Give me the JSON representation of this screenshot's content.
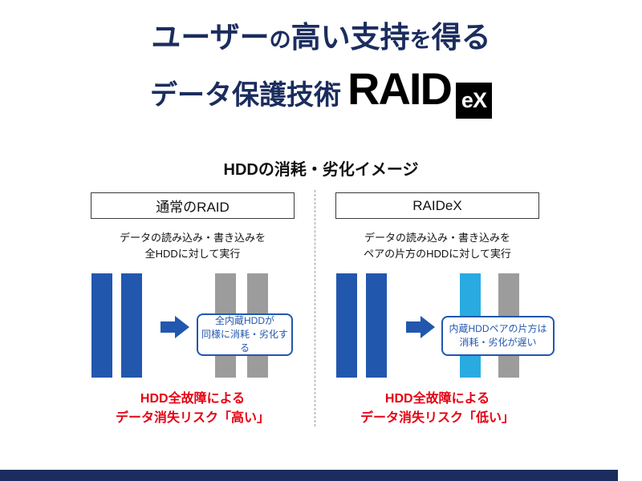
{
  "header": {
    "title_segments": [
      {
        "text": "ユーザー"
      },
      {
        "text": "の"
      },
      {
        "text": "高い支持"
      },
      {
        "text": "を"
      },
      {
        "text": "得る"
      }
    ],
    "subtitle": "データ保護技術",
    "logo_raid": "RAID",
    "logo_ex": "eX"
  },
  "section": {
    "title": "HDDの消耗・劣化イメージ"
  },
  "columns": [
    {
      "header": "通常のRAID",
      "desc_line1": "データの読み込み・書き込みを",
      "desc_line2": "全HDDに対して実行",
      "callout_line1": "全内蔵HDDが",
      "callout_line2": "同様に消耗・劣化する",
      "risk_line1": "HDD全故障による",
      "risk_line2": "データ消失リスク「高い」"
    },
    {
      "header": "RAIDeX",
      "desc_line1": "データの読み込み・書き込みを",
      "desc_line2": "ペアの片方のHDDに対して実行",
      "callout_line1": "内蔵HDDペアの片方は",
      "callout_line2": "消耗・劣化が遅い",
      "risk_line1": "HDD全故障による",
      "risk_line2": "データ消失リスク「低い」"
    }
  ],
  "colors": {
    "navy": "#1b2d5e",
    "logo_black": "#000000",
    "hdd_blue": "#2257ae",
    "hdd_cyan": "#29abe2",
    "hdd_gray": "#9c9c9c",
    "callout_blue": "#2257ae",
    "risk_red": "#e60012"
  }
}
